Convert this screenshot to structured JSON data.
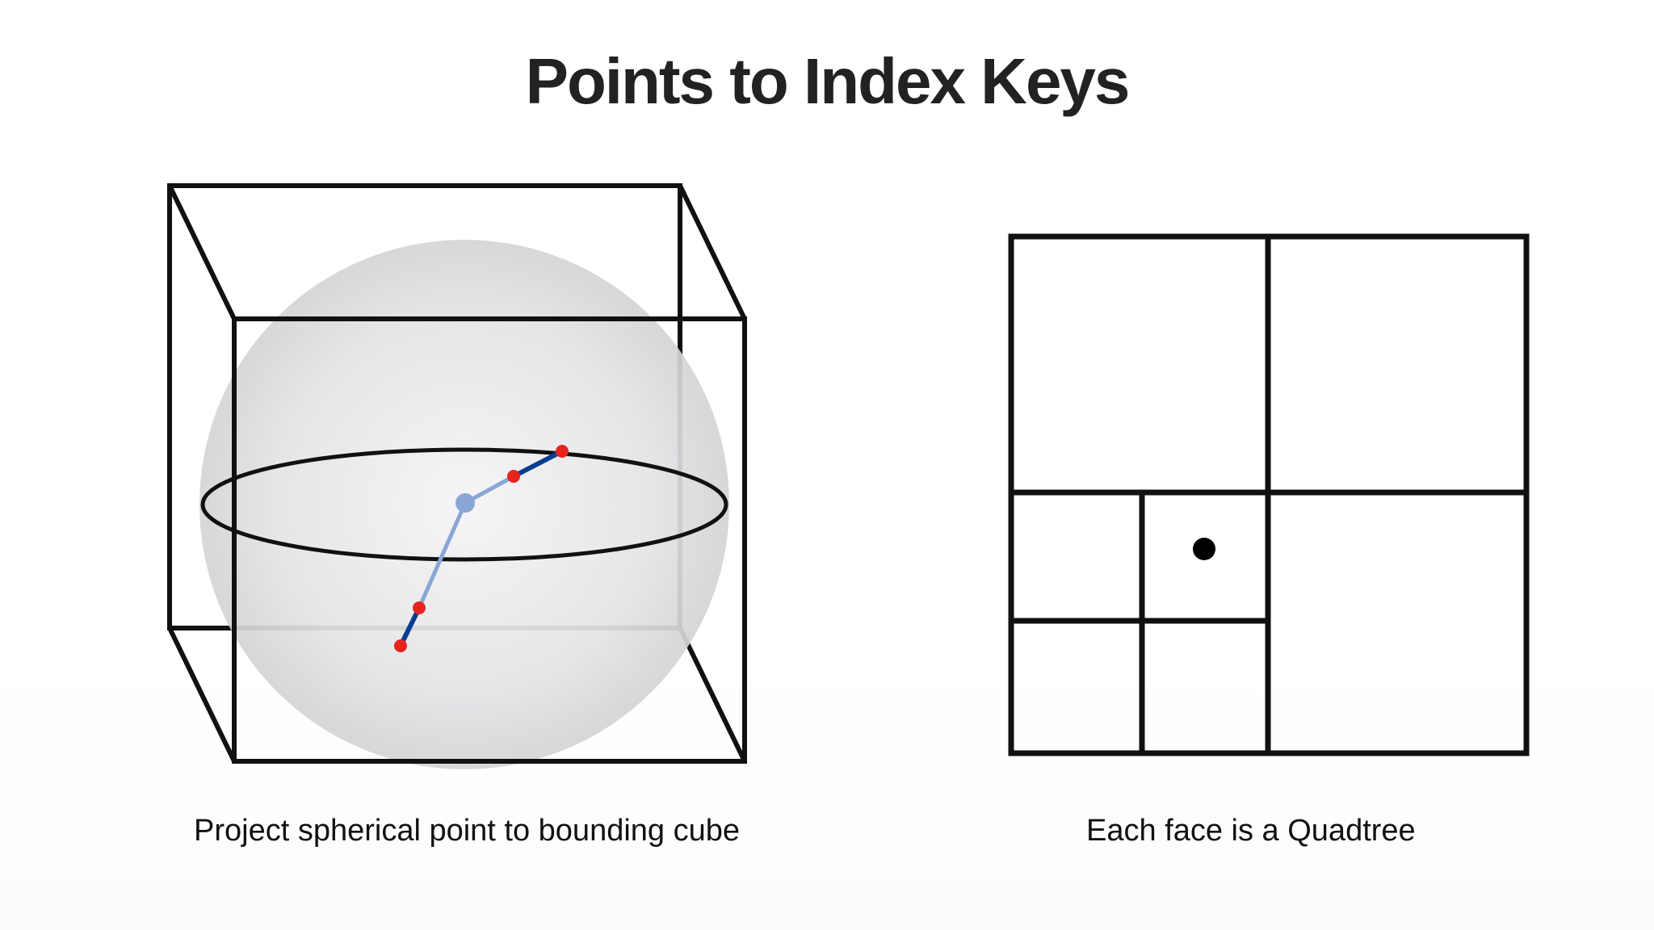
{
  "slide": {
    "title": "Points to Index Keys"
  },
  "left_diagram": {
    "caption": "Project spherical point to bounding cube"
  },
  "right_diagram": {
    "caption": "Each face is a Quadtree"
  },
  "colors": {
    "outline": "#111111",
    "sphere_light": "#f4f4f6",
    "sphere_dark": "#d6d6d9",
    "projection_line_light": "#8aa6d6",
    "projection_line_dark": "#0a3d91",
    "projected_point": "#e8231e",
    "center_point": "#8aa6d6",
    "quadtree_point": "#000000"
  }
}
